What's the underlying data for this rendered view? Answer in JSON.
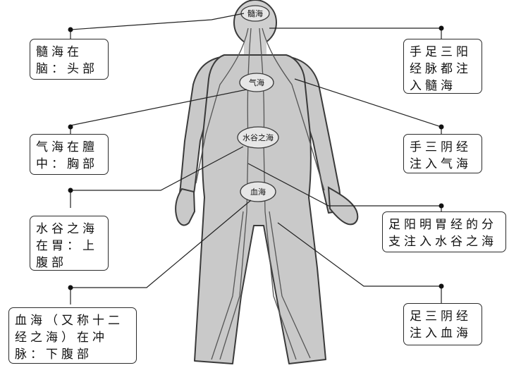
{
  "organs": {
    "marrow_sea": "髓海",
    "qi_sea": "气海",
    "grain_sea": "水谷之海",
    "blood_sea": "血海"
  },
  "left_notes": {
    "marrow": "髓海在脑：头部",
    "qi": "气海在膻中：胸部",
    "grain": "水谷之海在胃：上腹部",
    "blood": "血海（又称十二经之海）在冲脉：下腹部"
  },
  "right_notes": {
    "marrow": "手足三阳经脉都注入髓海",
    "qi": "手三阴经注入气海",
    "grain": "足阳明胃经的分支注入水谷之海",
    "blood": "足三阴经注入血海"
  },
  "colors": {
    "body_fill": "#c9c9c9",
    "outline": "#3a3a3a",
    "line": "#222222",
    "oval_fill": "#e6e6e6"
  }
}
